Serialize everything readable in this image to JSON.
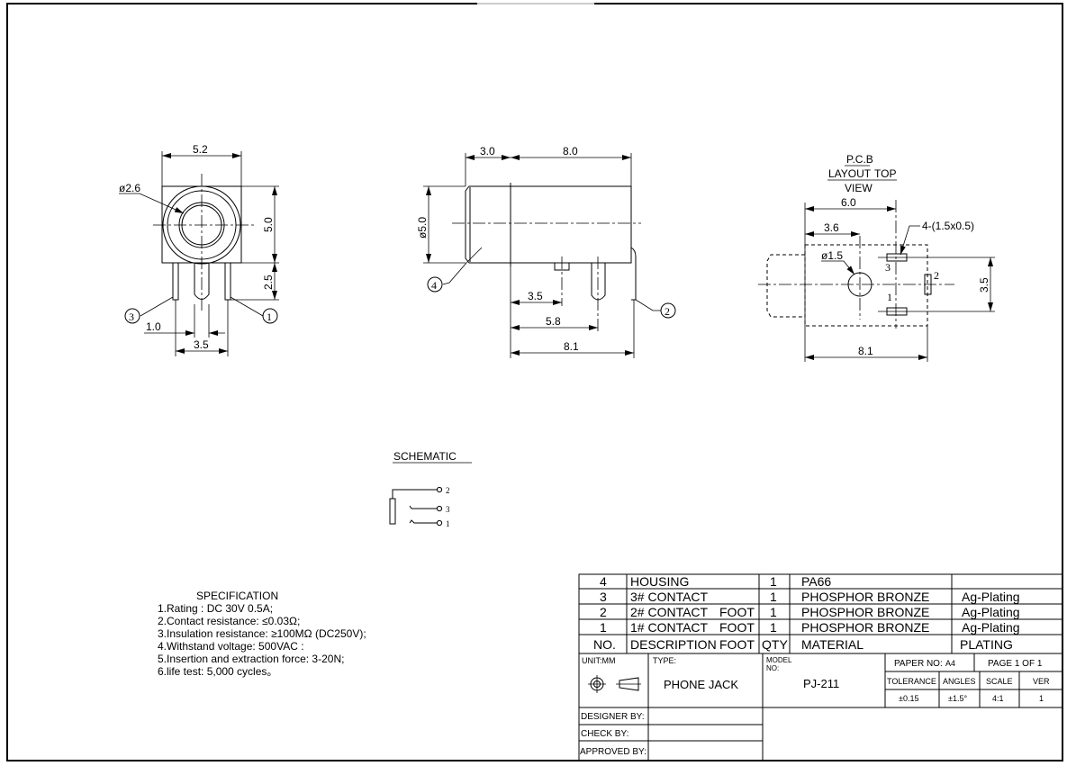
{
  "front_view": {
    "width": "5.2",
    "hole_dia": "ø2.6",
    "height": "5.0",
    "pin_len": "2.5",
    "pin_gap": "1.0",
    "pin_span": "3.5",
    "balloon_left": "3",
    "balloon_right": "1"
  },
  "side_view": {
    "front_len": "3.0",
    "body_len": "8.0",
    "dia": "ø5.0",
    "d1": "3.5",
    "d2": "5.8",
    "d3": "8.1",
    "balloon_left": "4",
    "balloon_right": "2"
  },
  "pcb_view": {
    "title1": "P.C.B",
    "title2a": "LAYOUT",
    "title2b": "TOP",
    "title3": "VIEW",
    "d_6": "6.0",
    "d_36": "3.6",
    "hole": "ø1.5",
    "pads": "4-(1.5x0.5)",
    "d_35": "3.5",
    "d_81": "8.1",
    "pad3": "3",
    "pad2": "2",
    "pad1": "1"
  },
  "schematic": {
    "title": "SCHEMATIC",
    "pins": [
      "2",
      "3",
      "1"
    ]
  },
  "specification": {
    "title": "SPECIFICATION",
    "lines": [
      "1.Rating : DC 30V 0.5A;",
      "2.Contact resistance: ≤0.03Ω;",
      "3.Insulation resistance: ≥100MΩ (DC250V);",
      "4.Withstand voltage: 500VAC :",
      "5.Insertion and extraction force: 3-20N;",
      "6.life test: 5,000 cycles。"
    ]
  },
  "bom": {
    "rows": [
      {
        "no": "4",
        "desc": "HOUSING",
        "desc2": "",
        "qty": "1",
        "material": "PA66",
        "plating": ""
      },
      {
        "no": "3",
        "desc": "3# CONTACT",
        "desc2": "",
        "qty": "1",
        "material": "PHOSPHOR BRONZE",
        "plating": "Ag-Plating"
      },
      {
        "no": "2",
        "desc": "2# CONTACT",
        "desc2": "FOOT",
        "qty": "1",
        "material": "PHOSPHOR BRONZE",
        "plating": "Ag-Plating"
      },
      {
        "no": "1",
        "desc": "1# CONTACT",
        "desc2": "FOOT",
        "qty": "1",
        "material": "PHOSPHOR BRONZE",
        "plating": "Ag-Plating"
      }
    ],
    "header": {
      "no": "NO.",
      "desc": "DESCRIPTION",
      "desc2": "FOOT",
      "qty": "QTY",
      "material": "MATERIAL",
      "plating": "PLATING"
    }
  },
  "title_block": {
    "unit": "UNIT:MM",
    "type_label": "TYPE:",
    "type": "PHONE JACK",
    "model_label": "MODEL NO:",
    "model": "PJ-211",
    "paper_no": "PAPER NO:",
    "paper": "A4",
    "page": "PAGE 1 OF 1",
    "tolerance_label": "TOLERANCE",
    "angles_label": "ANGLES",
    "scale_label": "SCALE",
    "ver_label": "VER",
    "tolerance": "±0.15",
    "angles": "±1.5°",
    "scale": "4:1",
    "ver": "1",
    "designer": "DESIGNER BY:",
    "check": "CHECK BY:",
    "approved": "APPROVED BY:"
  }
}
